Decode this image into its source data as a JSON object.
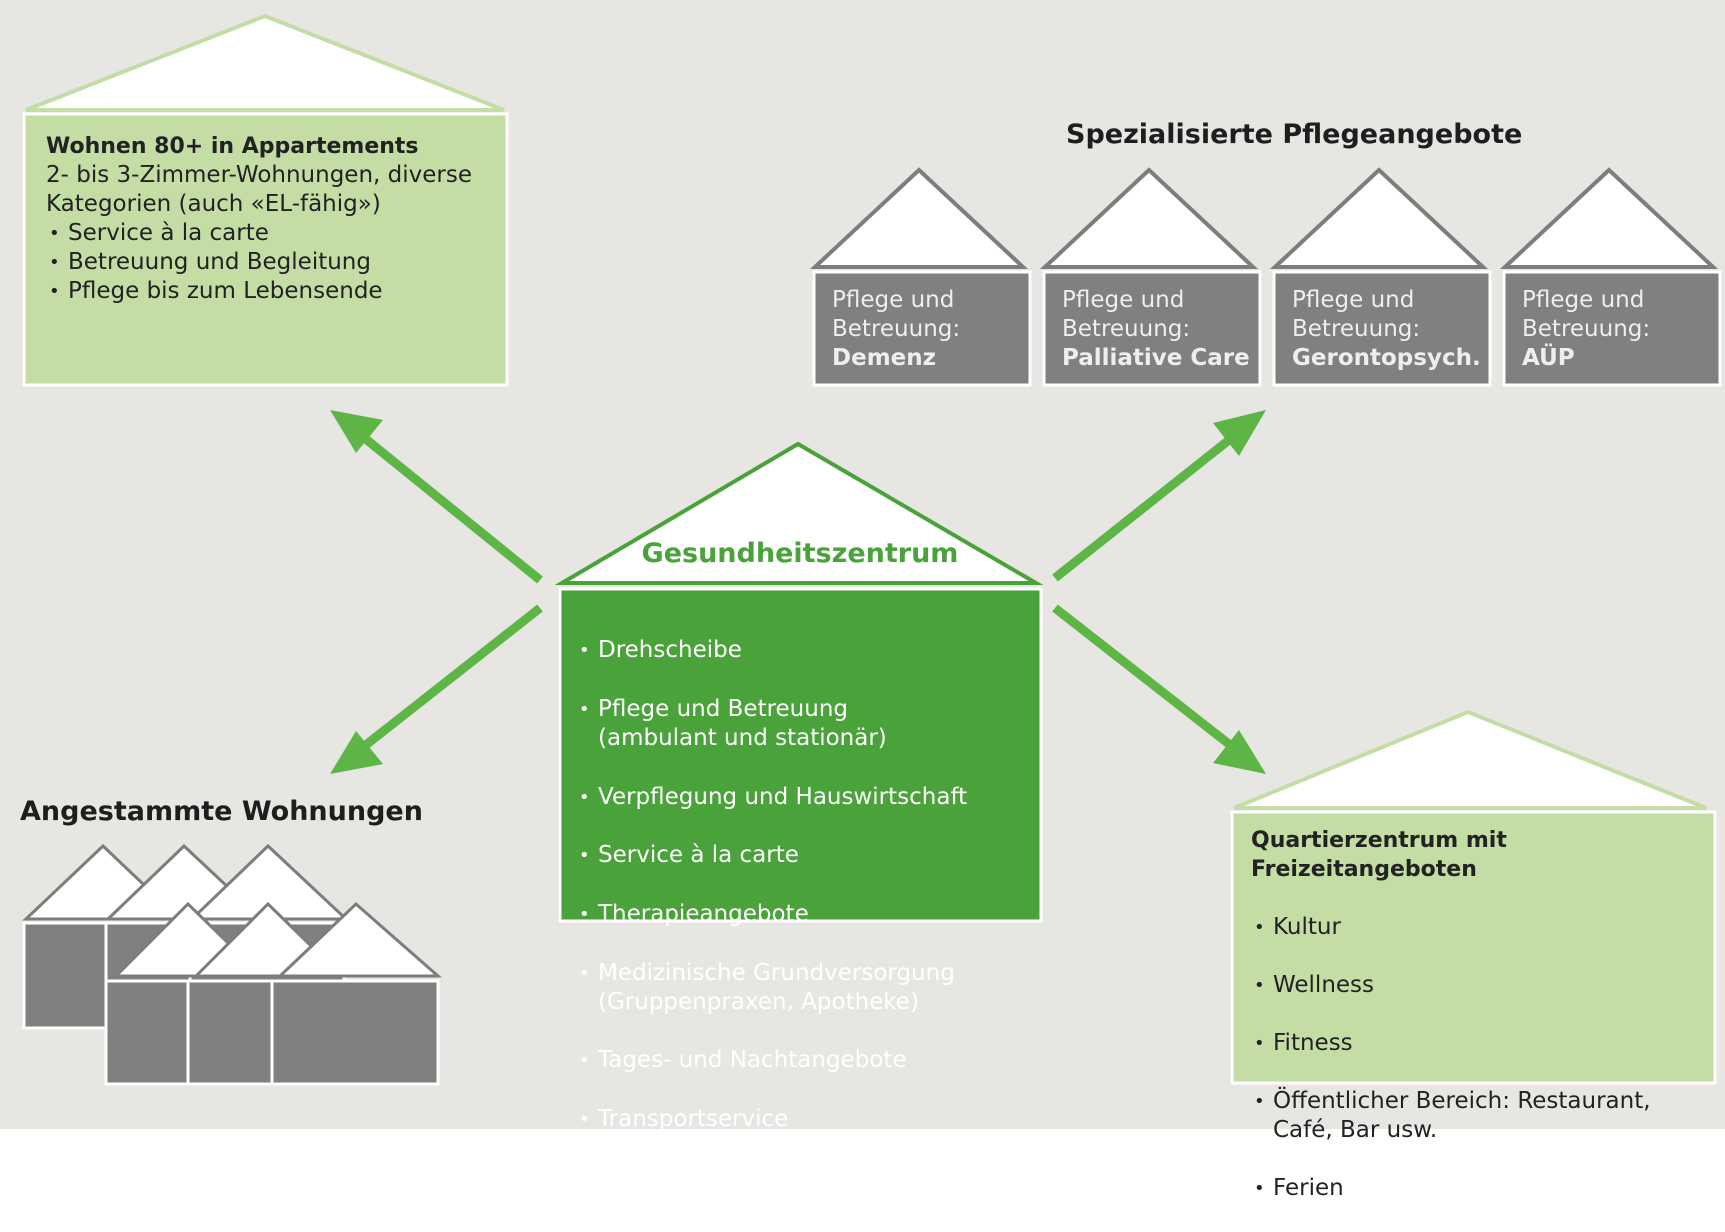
{
  "colors": {
    "background": "#e8e6e3",
    "light_green": "#c3dda5",
    "dark_green": "#4aa23a",
    "arrow_green": "#5db545",
    "grey_box": "#808080",
    "roof_white": "#ffffff"
  },
  "top_left_house": {
    "title": "Wohnen 80+ in Appartements",
    "lines": [
      "2- bis 3-Zimmer-Wohnungen, diverse",
      "Kategorien (auch «EL-fähig»)"
    ],
    "bullets": [
      "Service à la carte",
      "Betreuung und Begleitung",
      "Pflege bis zum Lebensende"
    ]
  },
  "specialized": {
    "heading": "Spezialisierte Pflegeangebote",
    "houses": [
      {
        "line1": "Pflege und",
        "line2": "Betreuung:",
        "focus": "Demenz"
      },
      {
        "line1": "Pflege und",
        "line2": "Betreuung:",
        "focus": "Palliative Care"
      },
      {
        "line1": "Pflege und",
        "line2": "Betreuung:",
        "focus": "Gerontopsych."
      },
      {
        "line1": "Pflege und",
        "line2": "Betreuung:",
        "focus": "AÜP"
      }
    ]
  },
  "center_house": {
    "title": "Gesundheitszentrum",
    "bullets": [
      "Drehscheibe",
      "Pflege und Betreuung\n(ambulant und stationär)",
      "Verpflegung und Hauswirtschaft",
      "Service à la carte",
      "Therapieangebote",
      "Medizinische Grundversorgung\n(Gruppenpraxen, Apotheke)",
      "Tages- und Nachtangebote",
      "Transportservice"
    ]
  },
  "bottom_left": {
    "heading": "Angestammte Wohnungen"
  },
  "bottom_right_house": {
    "title": "Quartierzentrum mit Freizeitangeboten",
    "bullets": [
      "Kultur",
      "Wellness",
      "Fitness",
      "Öffentlicher Bereich: Restaurant,\nCafé, Bar usw.",
      "Ferien"
    ]
  }
}
